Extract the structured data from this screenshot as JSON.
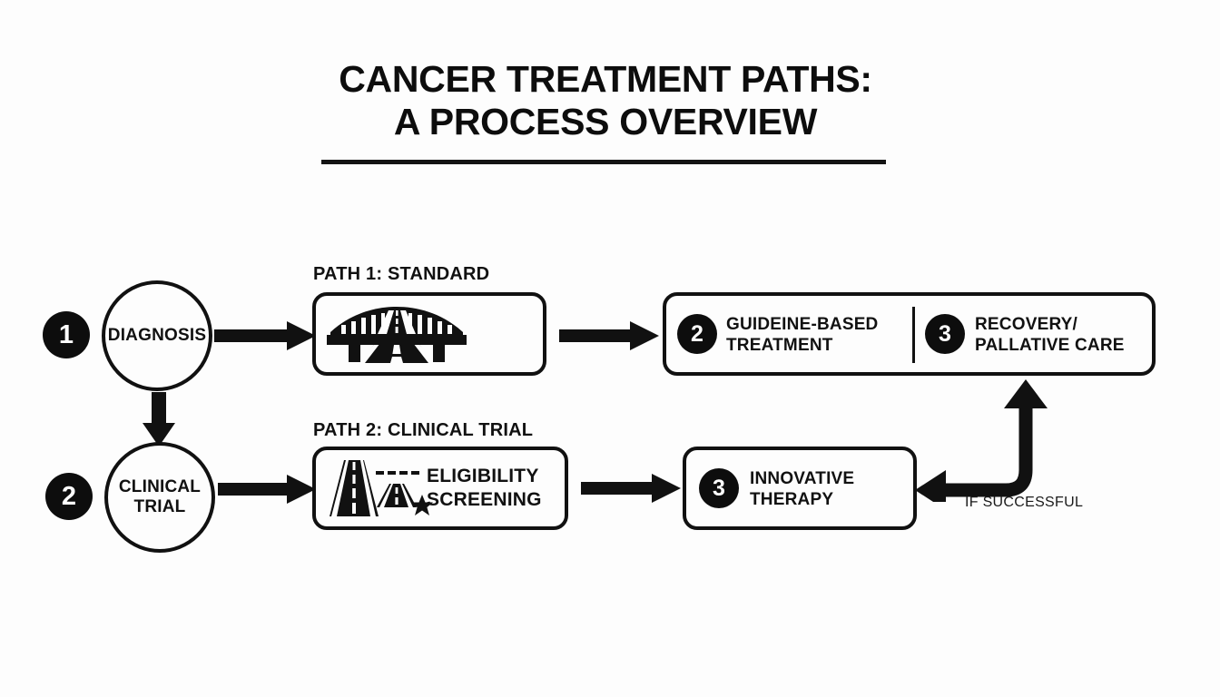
{
  "title": {
    "line1": "CANCER TREATMENT PATHS:",
    "line2": "A PROCESS OVERVIEW"
  },
  "colors": {
    "ink": "#111111",
    "badge_fill": "#0d0d0d",
    "badge_text": "#ffffff",
    "background": "#fdfdfd"
  },
  "start_nodes": [
    {
      "badge": "1",
      "label": "DIAGNOSIS"
    },
    {
      "badge": "2",
      "label": "CLINICAL\nTRIAL"
    }
  ],
  "paths": [
    {
      "caption": "PATH 1: STANDARD",
      "icon": "bridge-road-icon",
      "icon_label": ""
    },
    {
      "caption": "PATH 2: CLINICAL TRIAL",
      "icon": "road-screening-icon",
      "icon_label": "ELIGIBILITY\nSCREENING"
    }
  ],
  "outcome_boxes": [
    {
      "name": "standard-outcome",
      "items": [
        {
          "badge": "2",
          "label": "GUIDEINE-BASED\nTREATMENT"
        },
        {
          "badge": "3",
          "label": "RECOVERY/\nPALLATIVE CARE"
        }
      ]
    },
    {
      "name": "trial-outcome",
      "items": [
        {
          "badge": "3",
          "label": "INNOVATIVE\nTHERAPY"
        }
      ]
    }
  ],
  "connectors": {
    "diagnosis_to_path1": "arrow-right",
    "diagnosis_to_trial": "arrow-down",
    "path1_to_outcome": "arrow-right",
    "trial_to_path2": "arrow-right",
    "path2_to_outcome": "arrow-right",
    "feedback_label": "IF SUCCESSFUL",
    "feedback_shape": "elbow-double-arrow"
  }
}
